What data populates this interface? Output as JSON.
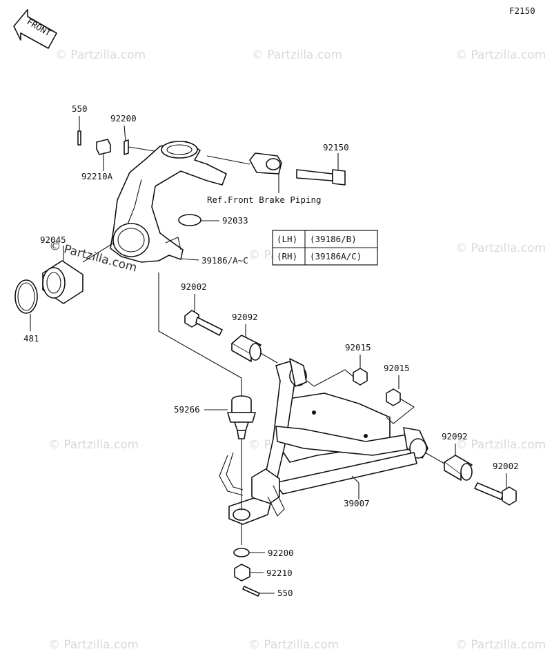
{
  "diagram_code": "F2150",
  "front_arrow": "FRONT",
  "watermark": "© Partzilla.com",
  "callouts": {
    "c550_top": "550",
    "c92200_top": "92200",
    "c92210a": "92210A",
    "c92150": "92150",
    "ref_brake": "Ref.Front Brake Piping",
    "c92033": "92033",
    "c92045": "92045",
    "c39186": "39186/A~C",
    "c481": "481",
    "c92002_left": "92002",
    "c92092_left": "92092",
    "c92015_a": "92015",
    "c92015_b": "92015",
    "c59266": "59266",
    "c92092_right": "92092",
    "c92002_right": "92002",
    "c39007": "39007",
    "c92200_bottom": "92200",
    "c92210_bottom": "92210",
    "c550_bottom": "550"
  },
  "variant_table": [
    {
      "side": "(LH)",
      "part": "(39186/B)"
    },
    {
      "side": "(RH)",
      "part": "(39186A/C)"
    }
  ]
}
